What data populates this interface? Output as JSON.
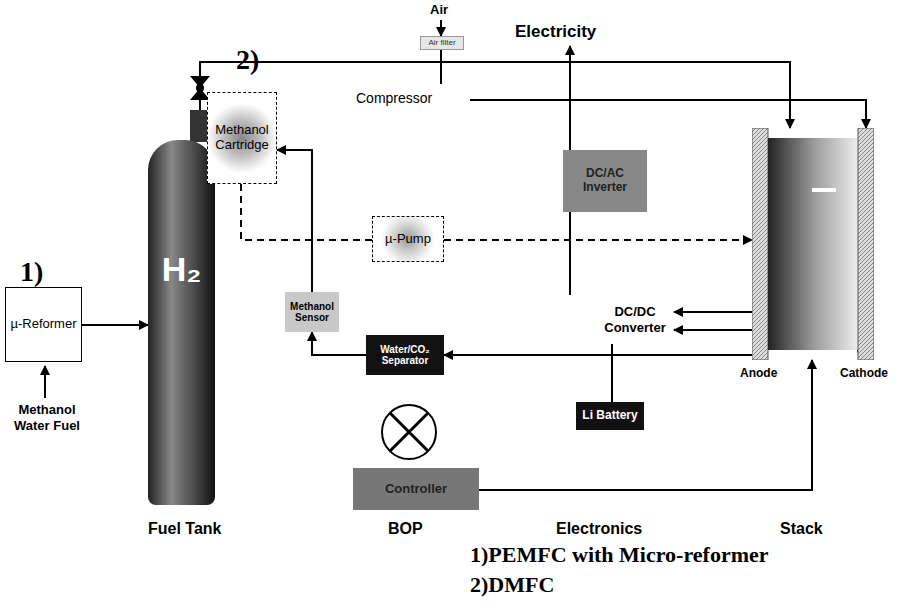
{
  "diagram": {
    "caption": "1)PEMFC with Micro-reformer 2)DMFC",
    "nodes": [
      {
        "text": [
          "µ-Reformer"
        ]
      },
      {
        "text": [
          "H₂"
        ]
      },
      {
        "text": [
          "Air filter"
        ]
      },
      {
        "text": [
          "Methanol Cartridge"
        ]
      },
      {
        "text": [
          "µ-Pump"
        ]
      },
      {
        "text": [
          "DC/AC Inverter"
        ]
      },
      {
        "text": [
          "Methanol Sensor"
        ]
      },
      {
        "text": [
          "Water/CO₂ Separator"
        ]
      },
      {
        "text": [
          "Li Battery"
        ]
      },
      {
        "text": [
          "Controller"
        ]
      },
      {
        "text": [
          "Anode",
          "Cathode"
        ]
      }
    ],
    "edges": [
      {
        "from": 0,
        "to": 1,
        "arrow": "to"
      },
      {
        "from": 1,
        "to": 10,
        "arrow": "to"
      },
      {
        "from": 3,
        "to": 4,
        "arrow": "none"
      },
      {
        "from": 4,
        "to": 10,
        "arrow": "to"
      },
      {
        "from": 10,
        "to": 7,
        "arrow": "to"
      },
      {
        "from": 7,
        "to": 6,
        "arrow": "to"
      },
      {
        "from": 6,
        "to": 3,
        "arrow": "to"
      },
      {
        "from": 9,
        "to": 10,
        "arrow": "to"
      }
    ],
    "labels": [
      "Air",
      "Electricity",
      "Compressor",
      "DC/DC Converter",
      "1)",
      "2)",
      "Methanol Water Fuel",
      "Fuel Tank",
      "BOP",
      "Electronics",
      "Stack"
    ]
  }
}
